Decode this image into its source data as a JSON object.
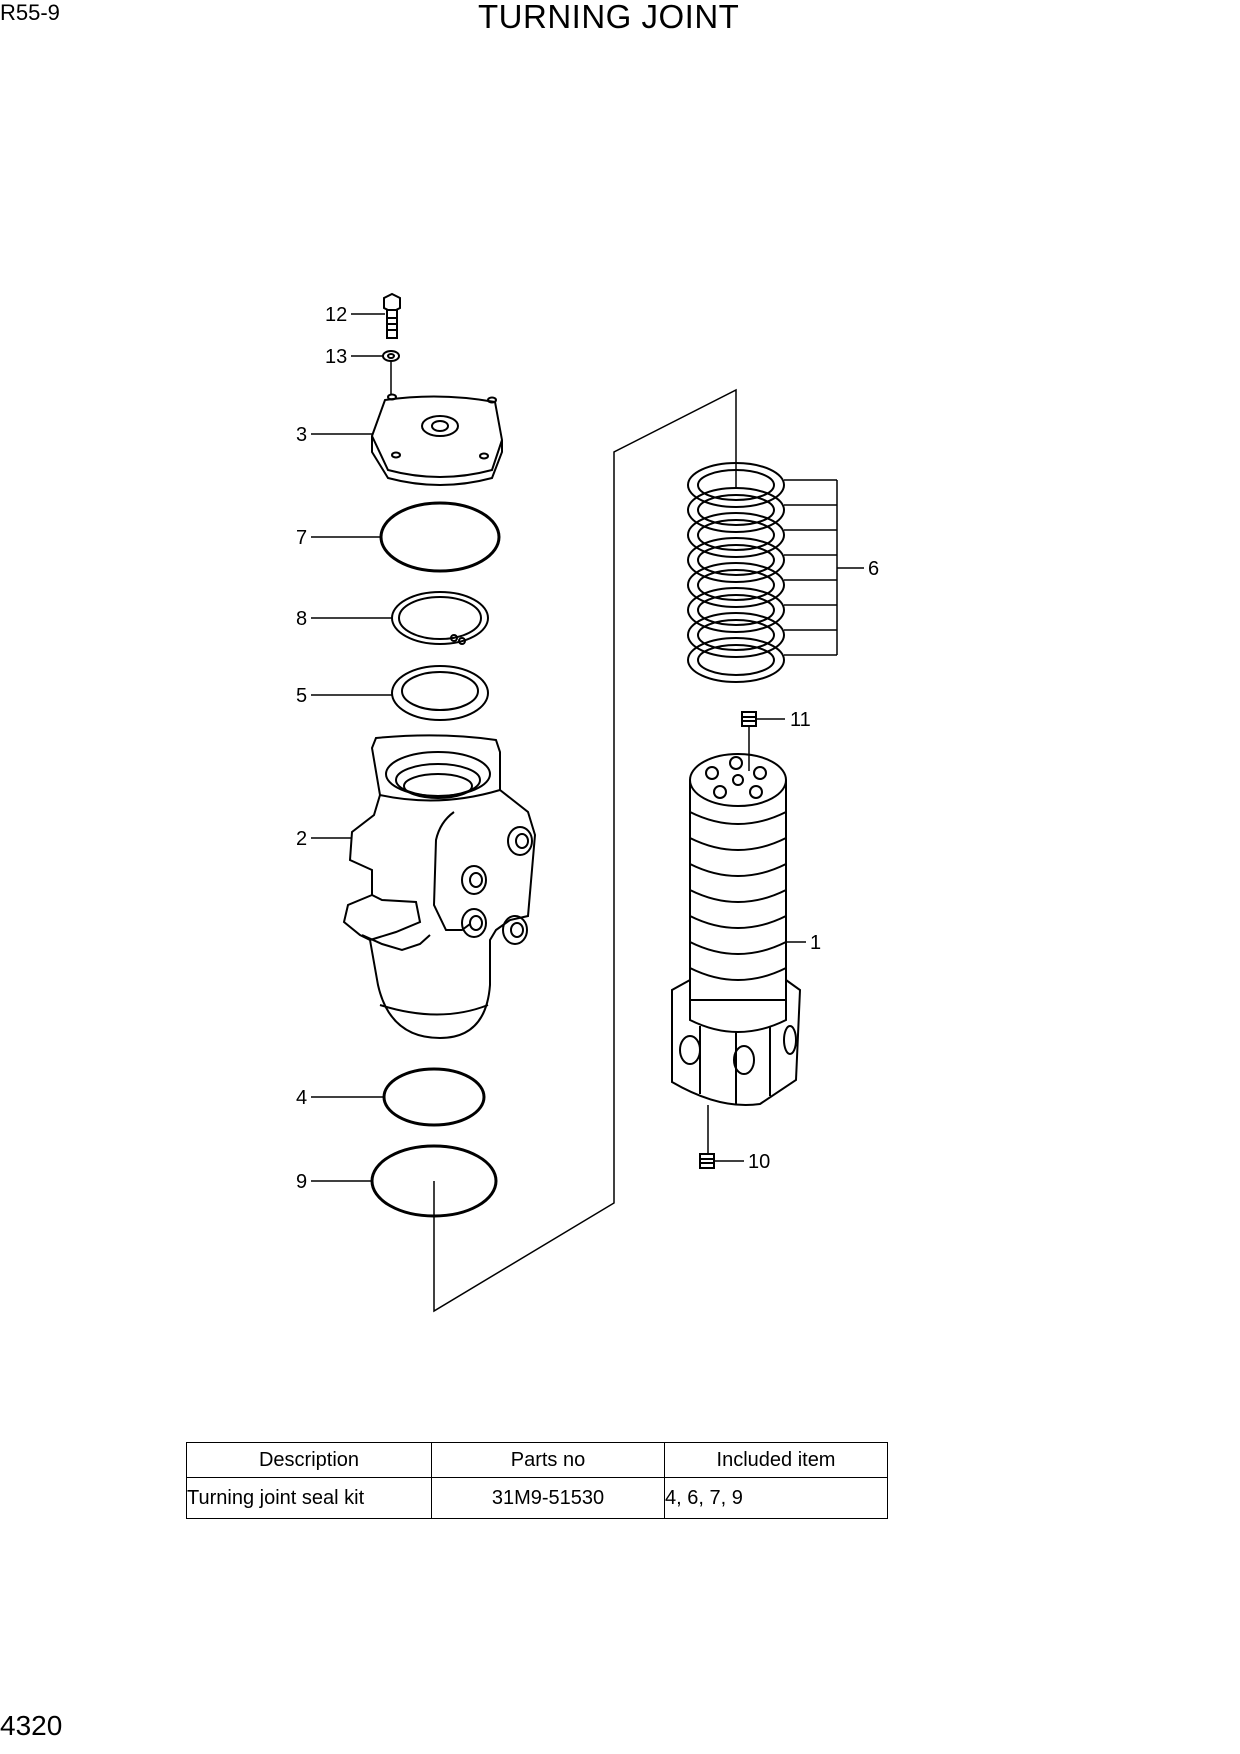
{
  "header": {
    "model": "R55-9",
    "title": "TURNING JOINT"
  },
  "callouts": {
    "c1": "1",
    "c2": "2",
    "c3": "3",
    "c4": "4",
    "c5": "5",
    "c6": "6",
    "c7": "7",
    "c8": "8",
    "c9": "9",
    "c10": "10",
    "c11": "11",
    "c12": "12",
    "c13": "13"
  },
  "seal_kit_table": {
    "headers": [
      "Description",
      "Parts no",
      "Included item"
    ],
    "row": {
      "description": "Turning joint seal kit",
      "parts_no": "31M9-51530",
      "included": "4, 6, 7, 9"
    }
  },
  "footer": {
    "page_number": "4320"
  }
}
